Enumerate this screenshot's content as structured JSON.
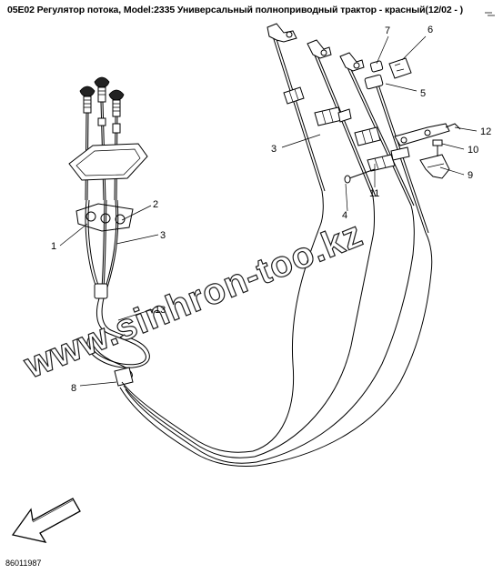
{
  "header": {
    "title": "05E02 Регулятор потока, Model:2335 Универсальный полноприводный трактор - красный(12/02 - )"
  },
  "watermark": {
    "text": "www.sinhron-too.kz"
  },
  "callouts": [
    "1",
    "2",
    "3",
    "3",
    "4",
    "5",
    "6",
    "7",
    "8",
    "9",
    "10",
    "11",
    "12",
    "13"
  ],
  "footer": {
    "drawing_number": "86011987"
  }
}
